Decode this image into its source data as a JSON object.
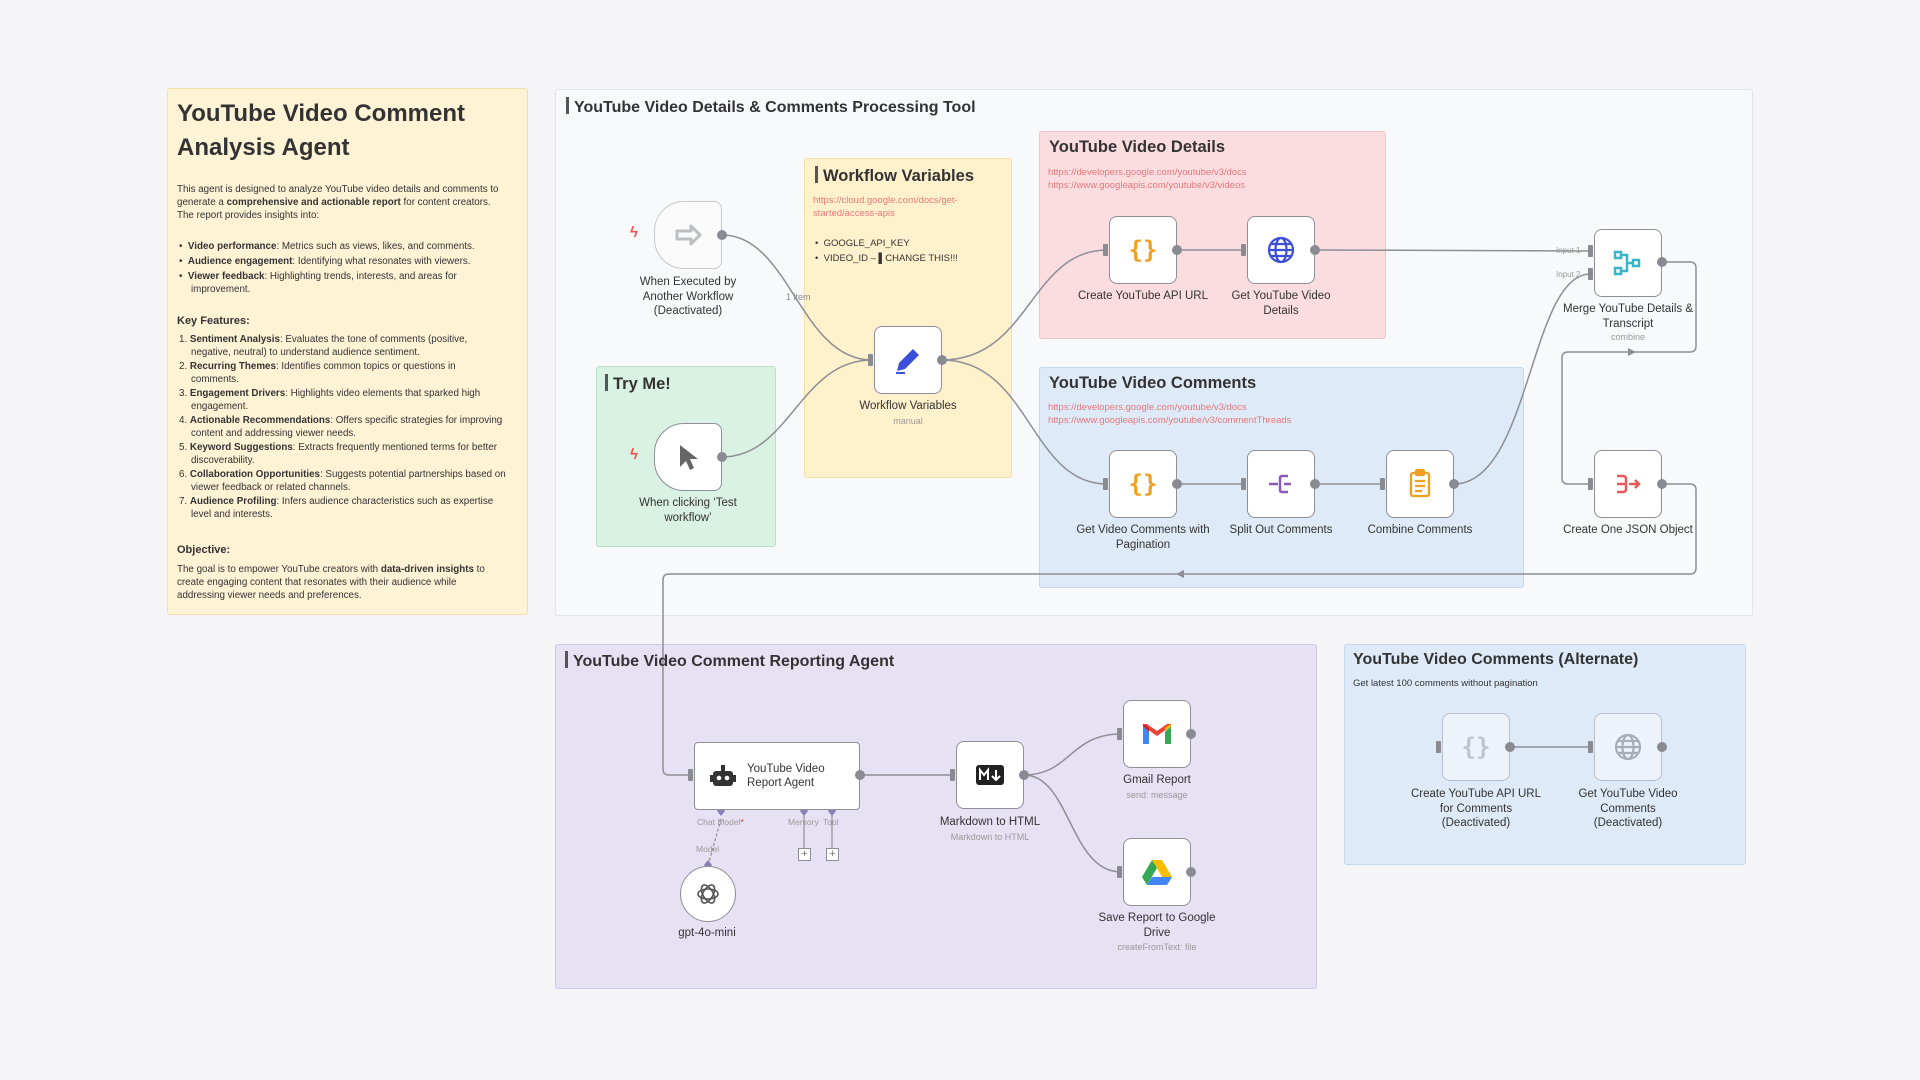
{
  "overview": {
    "title_line1": "YouTube Video Comment",
    "title_line2": "Analysis Agent",
    "intro_a": "This agent is designed to analyze YouTube video details and comments to",
    "intro_b": "generate a ",
    "intro_bold": "comprehensive and actionable report",
    "intro_c": " for content creators.",
    "intro_d": "The report provides insights into:",
    "insights": [
      {
        "bold": "Video performance",
        "text": ": Metrics such as views, likes, and comments."
      },
      {
        "bold": "Audience engagement",
        "text": ": Identifying what resonates with viewers."
      },
      {
        "bold": "Viewer feedback",
        "text": ": Highlighting trends, interests, and areas for",
        "text2": "improvement."
      }
    ],
    "features_heading": "Key Features:",
    "features": [
      {
        "bold": "Sentiment Analysis",
        "text": ": Evaluates the tone of comments (positive,",
        "text2": "negative, neutral) to understand audience sentiment."
      },
      {
        "bold": "Recurring Themes",
        "text": ": Identifies common topics or questions in",
        "text2": "comments."
      },
      {
        "bold": "Engagement Drivers",
        "text": ": Highlights video elements that sparked high",
        "text2": "engagement."
      },
      {
        "bold": "Actionable Recommendations",
        "text": ": Offers specific strategies for improving",
        "text2": "content and addressing viewer needs."
      },
      {
        "bold": "Keyword Suggestions",
        "text": ": Extracts frequently mentioned terms for better",
        "text2": "discoverability."
      },
      {
        "bold": "Collaboration Opportunities",
        "text": ": Suggests potential partnerships based on",
        "text2": "viewer feedback or related channels."
      },
      {
        "bold": "Audience Profiling",
        "text": ": Infers audience characteristics such as expertise",
        "text2": "level and interests."
      }
    ],
    "objective_heading": "Objective:",
    "objective_a": "The goal is to empower YouTube creators with ",
    "objective_bold": "data-driven insights",
    "objective_b": " to",
    "objective_c": "create engaging content that resonates with their audience while",
    "objective_d": "addressing viewer needs and preferences."
  },
  "groups": {
    "processing_tool": "YouTube Video Details & Comments Processing Tool",
    "workflow_vars": {
      "title": "Workflow Variables",
      "link1": "https://cloud.google.com/docs/get-",
      "link2": "started/access-apis",
      "items": [
        "GOOGLE_API_KEY",
        "VIDEO_ID – ▌CHANGE THIS!!!"
      ]
    },
    "video_details": {
      "title": "YouTube Video Details",
      "link1": "https://developers.google.com/youtube/v3/docs",
      "link2": "https://www.googleapis.com/youtube/v3/videos"
    },
    "video_comments": {
      "title": "YouTube Video Comments",
      "link1": "https://developers.google.com/youtube/v3/docs",
      "link2": "https://www.googleapis.com/youtube/v3/commentThreads"
    },
    "try_me": "Try Me!",
    "reporting": "YouTube Video Comment Reporting Agent",
    "alternate": {
      "title": "YouTube Video Comments (Alternate)",
      "subtitle": "Get latest 100 comments without pagination"
    }
  },
  "nodes": {
    "exec_trigger": {
      "line1": "When Executed by",
      "line2": "Another Workflow",
      "line3": "(Deactivated)"
    },
    "manual_trigger": {
      "line1": "When clicking ‘Test",
      "line2": "workflow’"
    },
    "workflow_vars": {
      "label": "Workflow Variables",
      "sub": "manual"
    },
    "create_api_url": {
      "label": "Create YouTube API URL"
    },
    "get_details": {
      "line1": "Get YouTube Video",
      "line2": "Details"
    },
    "merge": {
      "line1": "Merge YouTube Details &",
      "line2": "Transcript",
      "sub": "combine",
      "input1": "Input 1",
      "input2": "Input 2"
    },
    "get_comments": {
      "line1": "Get Video Comments with",
      "line2": "Pagination"
    },
    "split_comments": {
      "label": "Split Out Comments"
    },
    "combine_comments": {
      "label": "Combine Comments"
    },
    "create_json": {
      "label": "Create One JSON Object"
    },
    "report_agent": {
      "line1": "YouTube Video",
      "line2": "Report Agent",
      "chat_model": "Chat Model",
      "required_mark": "*",
      "memory": "Memory",
      "tool": "Tool"
    },
    "gpt": {
      "label": "gpt-4o-mini",
      "model_tag": "Model"
    },
    "md_html": {
      "label": "Markdown to HTML",
      "sub": "Markdown to HTML"
    },
    "gmail": {
      "label": "Gmail Report",
      "sub": "send: message"
    },
    "gdrive": {
      "line1": "Save Report to Google",
      "line2": "Drive",
      "sub": "createFromText: file"
    },
    "alt_url": {
      "line1": "Create YouTube API URL",
      "line2": "for Comments",
      "line3": "(Deactivated)"
    },
    "alt_get": {
      "line1": "Get YouTube Video",
      "line2": "Comments",
      "line3": "(Deactivated)"
    }
  },
  "edge_labels": {
    "one_item": "1 item"
  },
  "colors": {
    "overview_bg": "#fff3d6",
    "vars_bg": "#fff1cc",
    "details_bg": "#fbdde0",
    "comments_bg": "#deeaf7",
    "tryme_bg": "#d9f2e3",
    "reporting_bg": "#e6e1f3",
    "alt_bg": "#deeaf7",
    "bolt": "#ef5350"
  }
}
